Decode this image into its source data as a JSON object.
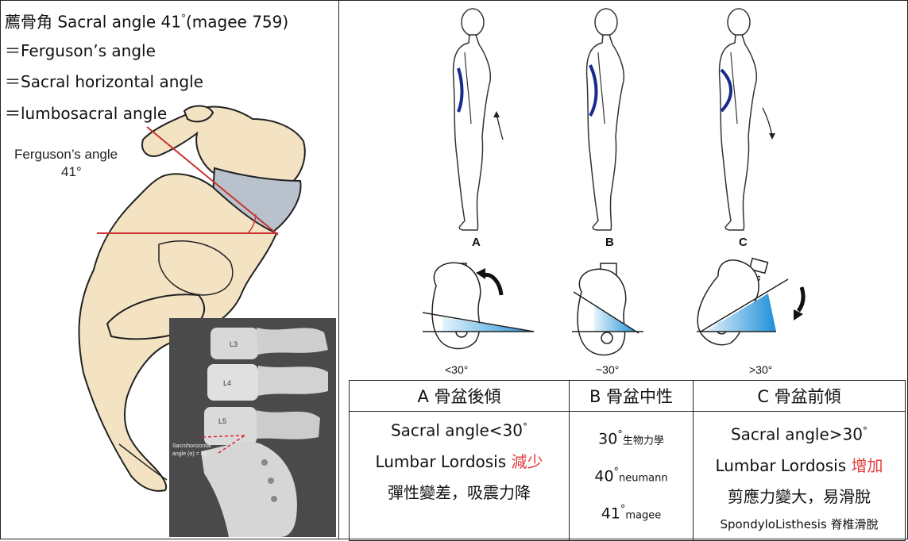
{
  "left": {
    "title_prefix": "薦骨角",
    "title_main": " Sacral angle 41",
    "title_deg": "°",
    "title_ref": "(magee 759)",
    "synonyms": [
      "＝Ferguson’s angle",
      "＝Sacral horizontal angle",
      "＝lumbosacral angle"
    ],
    "figure_label": "Ferguson’s angle",
    "figure_value": "41°",
    "xray_labels": [
      "L3",
      "L4",
      "L5"
    ],
    "xray_annotation_1": "Sacrohorizontal",
    "xray_annotation_2": "angle (α) = 40"
  },
  "right": {
    "posture_letters": [
      "A",
      "B",
      "C"
    ],
    "pelvis_ranges": [
      "<30°",
      "~30°",
      ">30°"
    ]
  },
  "table": {
    "headers": [
      "A 骨盆後傾",
      "B 骨盆中性",
      "C 骨盆前傾"
    ],
    "col_a": {
      "line1": "Sacral angle<30",
      "deg": "°",
      "line2_prefix": "Lumbar Lordosis ",
      "line2_highlight": "減少",
      "line3": "彈性變差，吸震力降"
    },
    "col_b": {
      "rows": [
        {
          "value": "30",
          "deg": "°",
          "source": "生物力學"
        },
        {
          "value": "40",
          "deg": "°",
          "source": "neumann"
        },
        {
          "value": "41",
          "deg": "°",
          "source": "magee"
        }
      ]
    },
    "col_c": {
      "line1": "Sacral angle>30",
      "deg": "°",
      "line2_prefix": "Lumbar Lordosis ",
      "line2_highlight": "增加",
      "line3": "剪應力變大，易滑脫",
      "line4": "SpondyloListhesis 脊椎滑脫"
    }
  },
  "colors": {
    "bone": "#f3e3c3",
    "disc": "#b9c2cc",
    "angle_line": "#c9342f",
    "spine_curve": "#1a2a8c",
    "wedge": "#3aa7e0",
    "highlight_text": "#e23b3b"
  }
}
